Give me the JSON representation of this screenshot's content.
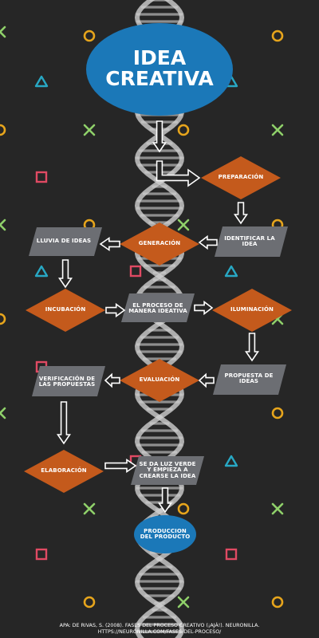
{
  "title": {
    "line1": "IDEA",
    "line2": "CREATIVA"
  },
  "nodes": {
    "preparacion": "PREPARACIÓN",
    "identificar": "IDENTIFICAR LA IDEA",
    "generacion": "GENERACIÓN",
    "lluvia": "LLUVIA DE IDEAS",
    "incubacion": "INCUBACIÓN",
    "proceso": "EL PROCESO DE MANERA IDEATIVA",
    "iluminacion": "ILUMINACIÓN",
    "propuesta": "PROPUESTA DE IDEAS",
    "evaluacion": "EVALUACIÓN",
    "verificacion": "VERIFICACIÓN DE LAS PROPUESTAS",
    "elaboracion": "ELABORACIÓN",
    "luz_verde": "SE DA LUZ VERDE Y EMPIEZA A CREARSE LA IDEA",
    "produccion": "PRODUCCION DEL PRODUCTO"
  },
  "citation": {
    "line1": "APA: DE RIVAS, S. (2008). FASES DEL PROCESO CREATIVO (¡AJÁ!). NEURONILLA.",
    "line2": "HTTPS://NEURONILLA.COM/FASES-DEL-PROCESO/"
  },
  "colors": {
    "background": "#262626",
    "diamond": "#c45a1c",
    "parallelogram": "#6c6e73",
    "ellipse": "#1b78b8"
  },
  "decorations": [
    {
      "type": "ring",
      "color": "#e7a51c"
    },
    {
      "type": "triangle",
      "color": "#28a8c4"
    },
    {
      "type": "cross",
      "color": "#8fd06a"
    },
    {
      "type": "square",
      "color": "#e04a63"
    }
  ]
}
